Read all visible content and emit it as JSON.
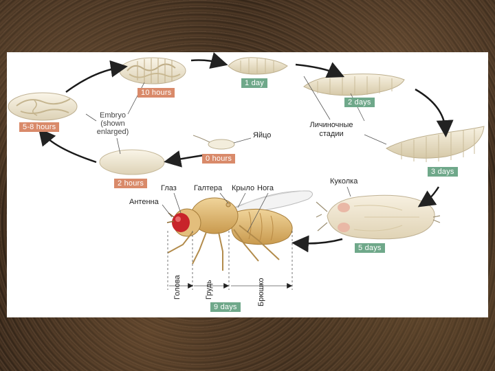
{
  "colors": {
    "stage_label_bg": "#d98a6a",
    "time_label_bg": "#6fa88a",
    "stage_label_bg_alt": "#e0876b",
    "egg_fill": "#f1ead8",
    "larva_fill": "#efe7d2",
    "fly_body": "#e6c27a",
    "fly_eye": "#c8242a",
    "arrow": "#222222"
  },
  "stages": {
    "embryo_10h": "10 hours",
    "embryo_5_8h": "5-8 hours",
    "egg_2h": "2 hours",
    "egg_0h": "0 hours",
    "larva_1d": "1 day",
    "larva_2d": "2 days",
    "larva_3d": "3 days",
    "pupa_5d": "5 days",
    "adult_9d": "9 days"
  },
  "labels": {
    "embryo_note_line1": "Embryo",
    "embryo_note_line2": "(shown",
    "embryo_note_line3": "enlarged)",
    "egg": "Яйцо",
    "larval_stages_line1": "Личиночные",
    "larval_stages_line2": "стадии",
    "pupa": "Куколка",
    "eye": "Глаз",
    "haltere": "Галтера",
    "wing": "Крыло",
    "leg": "Нога",
    "antenna": "Антенна",
    "head": "Голова",
    "thorax": "Грудь",
    "abdomen": "Брюшко"
  }
}
